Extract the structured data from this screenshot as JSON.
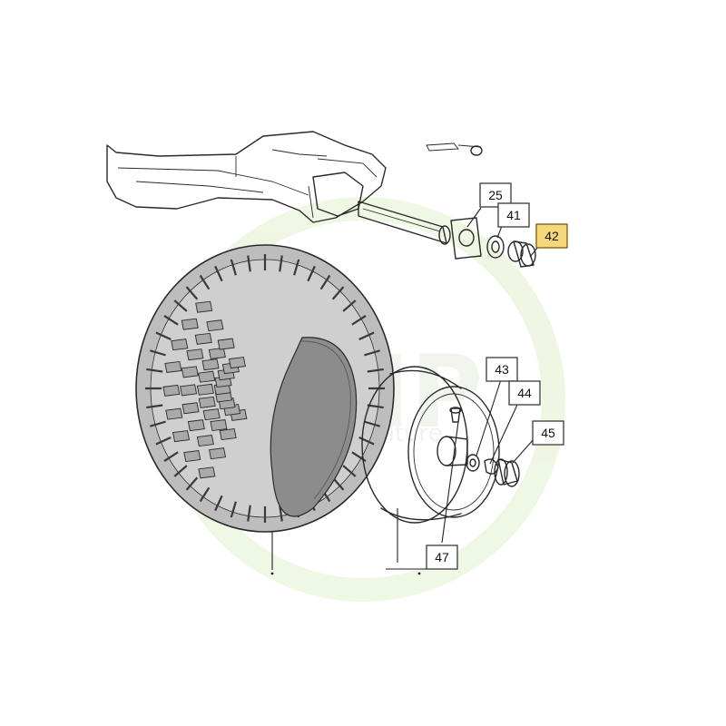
{
  "diagram": {
    "watermark": {
      "letters": "NHP",
      "tagline": "Motoculture"
    },
    "callouts": [
      {
        "id": "25",
        "label": "25",
        "highlighted": false
      },
      {
        "id": "41",
        "label": "41",
        "highlighted": false
      },
      {
        "id": "42",
        "label": "42",
        "highlighted": true
      },
      {
        "id": "43",
        "label": "43",
        "highlighted": false
      },
      {
        "id": "44",
        "label": "44",
        "highlighted": false
      },
      {
        "id": "45",
        "label": "45",
        "highlighted": false
      },
      {
        "id": "47",
        "label": "47",
        "highlighted": false
      }
    ],
    "colors": {
      "highlight": "#f6d77a",
      "line": "#2a2a2a",
      "tire": "#c9c9c9",
      "watermark": "#d9ecc0"
    }
  }
}
